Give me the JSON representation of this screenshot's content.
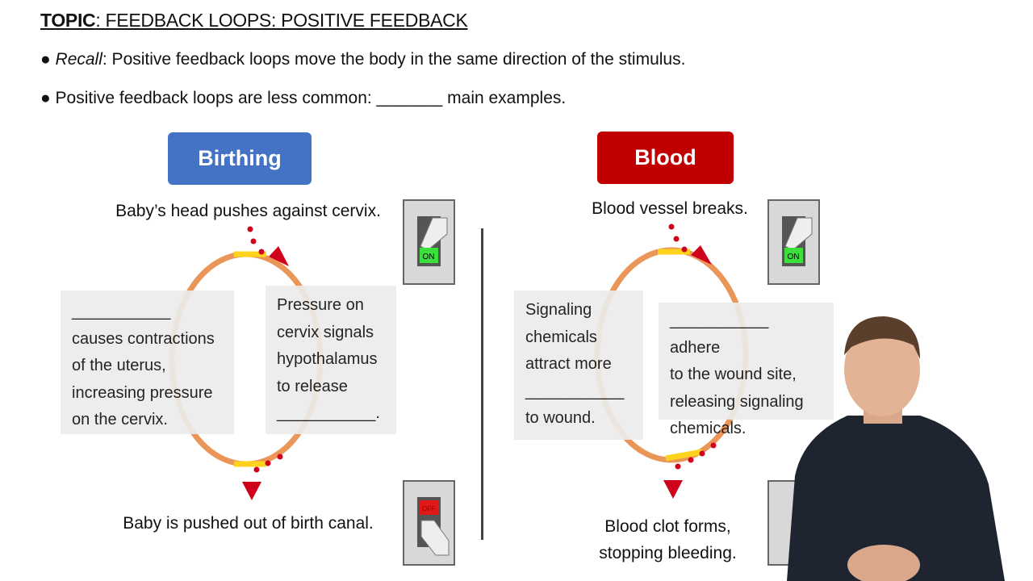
{
  "topic": {
    "label": "TOPIC",
    "text": ": FEEDBACK LOOPS: POSITIVE FEEDBACK"
  },
  "bullets": [
    {
      "em": "Recall",
      "text": ": Positive feedback loops move the body in the same direction of the stimulus."
    },
    {
      "em": "",
      "text": "Positive feedback loops are less common: _______ main examples."
    }
  ],
  "birthing": {
    "header": "Birthing",
    "color": "#4472c4",
    "top": "Baby’s head pushes against cervix.",
    "left_box": [
      "___________",
      "causes contractions",
      "of the uterus,",
      "increasing pressure",
      "on the cervix."
    ],
    "right_box": [
      "Pressure on",
      "cervix signals",
      "hypothalamus",
      "to release",
      "___________."
    ],
    "bottom": "Baby is pushed out of birth canal.",
    "switch_on": "ON",
    "switch_off": "OFF"
  },
  "blood": {
    "header": "Blood",
    "color": "#c00000",
    "top": "Blood vessel breaks.",
    "left_box": [
      "Signaling",
      "chemicals",
      "attract more",
      "___________",
      "to wound."
    ],
    "right_box": [
      "___________ adhere",
      "to the wound site,",
      "releasing signaling",
      "chemicals."
    ],
    "bottom": [
      "Blood clot forms,",
      "stopping bleeding."
    ],
    "switch_on": "ON"
  }
}
